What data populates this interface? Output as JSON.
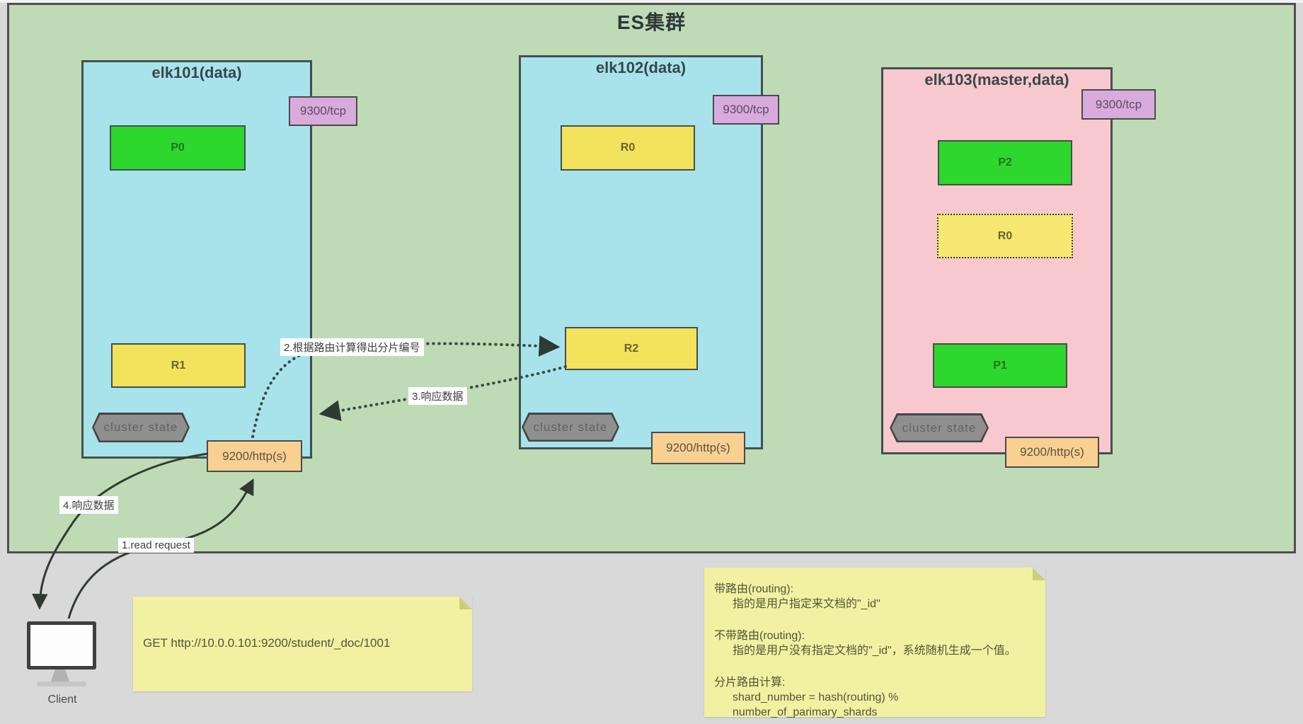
{
  "title": "ES集群",
  "client_label": "Client",
  "cluster_state_label": "cluster state",
  "ports": {
    "tcp": "9300/tcp",
    "http": "9200/http(s)"
  },
  "nodes": [
    {
      "name": "elk101(data)",
      "shards": [
        {
          "label": "P0"
        },
        {
          "label": "R1"
        }
      ]
    },
    {
      "name": "elk102(data)",
      "shards": [
        {
          "label": "R0"
        },
        {
          "label": "R2"
        }
      ]
    },
    {
      "name": "elk103(master,data)",
      "shards": [
        {
          "label": "P2"
        },
        {
          "label": "R0"
        },
        {
          "label": "P1"
        }
      ]
    }
  ],
  "flow": {
    "step1": "1.read request",
    "step2": "2.根据路由计算得出分片编号",
    "step3": "3.响应数据",
    "step4": "4.响应数据"
  },
  "notes": {
    "request": "GET http://10.0.0.101:9200/student/_doc/1001",
    "routing": {
      "p1_title": "带路由(routing):",
      "p1_body": "指的是用户指定来文档的\"_id\"",
      "p2_title": "不带路由(routing):",
      "p2_body": "指的是用户没有指定文档的\"_id\"，系统随机生成一个值。",
      "p3_title": "分片路由计算:",
      "p3_body": "shard_number = hash(routing) % number_of_parimary_shards"
    }
  },
  "colors": {
    "cluster_bg": "#bedbb6",
    "data_node_bg": "#a8e3ec",
    "master_node_bg": "#f8c8cf",
    "primary_shard": "#2dd72d",
    "replica_shard": "#f3e25c",
    "tcp_port_bg": "#d9abdd",
    "http_port_bg": "#f8d092",
    "cluster_state_bg": "#8f8f8f",
    "note_bg": "#f1f1a1",
    "outer_bg": "#d9d9d9"
  }
}
